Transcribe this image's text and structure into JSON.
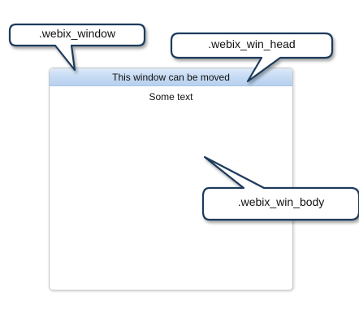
{
  "window": {
    "header_text": "This window can be moved",
    "body_text": "Some text"
  },
  "callouts": {
    "window_label": ".webix_window",
    "head_label": ".webix_win_head",
    "body_label": ".webix_win_body"
  },
  "colors": {
    "callout_border": "#1f3a5c",
    "header_background": "#c4d9f3"
  }
}
